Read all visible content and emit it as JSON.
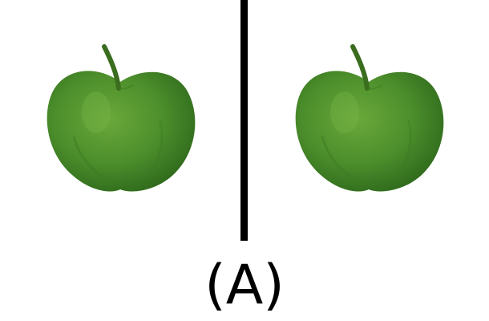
{
  "caption": "(A)",
  "left_image": {
    "icon": "green-apple",
    "color": "#4a8a2a"
  },
  "right_image": {
    "icon": "green-apple",
    "color": "#4a8a2a"
  },
  "divider_color": "#000000"
}
